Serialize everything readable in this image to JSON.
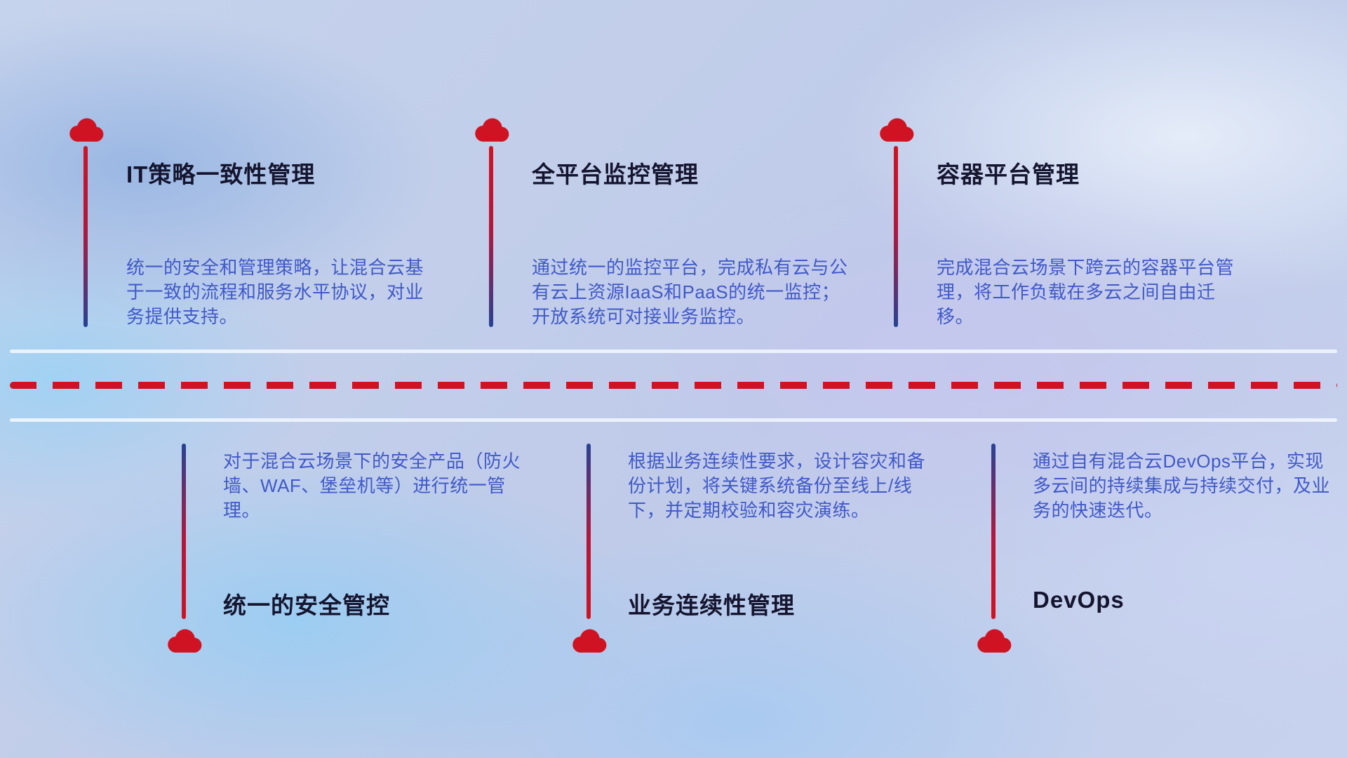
{
  "colors": {
    "title_text": "#15152f",
    "desc_text": "#4159c8",
    "accent_red": "#cf1322",
    "accent_blue": "#274293",
    "divider_white": "#f0f5fc"
  },
  "icons": {
    "cloud": "cloud-icon"
  },
  "top_items": [
    {
      "title": "IT策略一致性管理",
      "desc": "统一的安全和管理策略，让混合云基于一致的流程和服务水平协议，对业务提供支持。"
    },
    {
      "title": "全平台监控管理",
      "desc": "通过统一的监控平台，完成私有云与公有云上资源IaaS和PaaS的统一监控；开放系统可对接业务监控。"
    },
    {
      "title": "容器平台管理",
      "desc": "完成混合云场景下跨云的容器平台管理，将工作负载在多云之间自由迁移。"
    }
  ],
  "bottom_items": [
    {
      "title": "统一的安全管控",
      "desc": "对于混合云场景下的安全产品（防火墙、WAF、堡垒机等）进行统一管理。"
    },
    {
      "title": "业务连续性管理",
      "desc": "根据业务连续性要求，设计容灾和备份计划，将关键系统备份至线上/线下，并定期校验和容灾演练。"
    },
    {
      "title": "DevOps",
      "desc": "通过自有混合云DevOps平台，实现多云间的持续集成与持续交付，及业务的快速迭代。"
    }
  ]
}
